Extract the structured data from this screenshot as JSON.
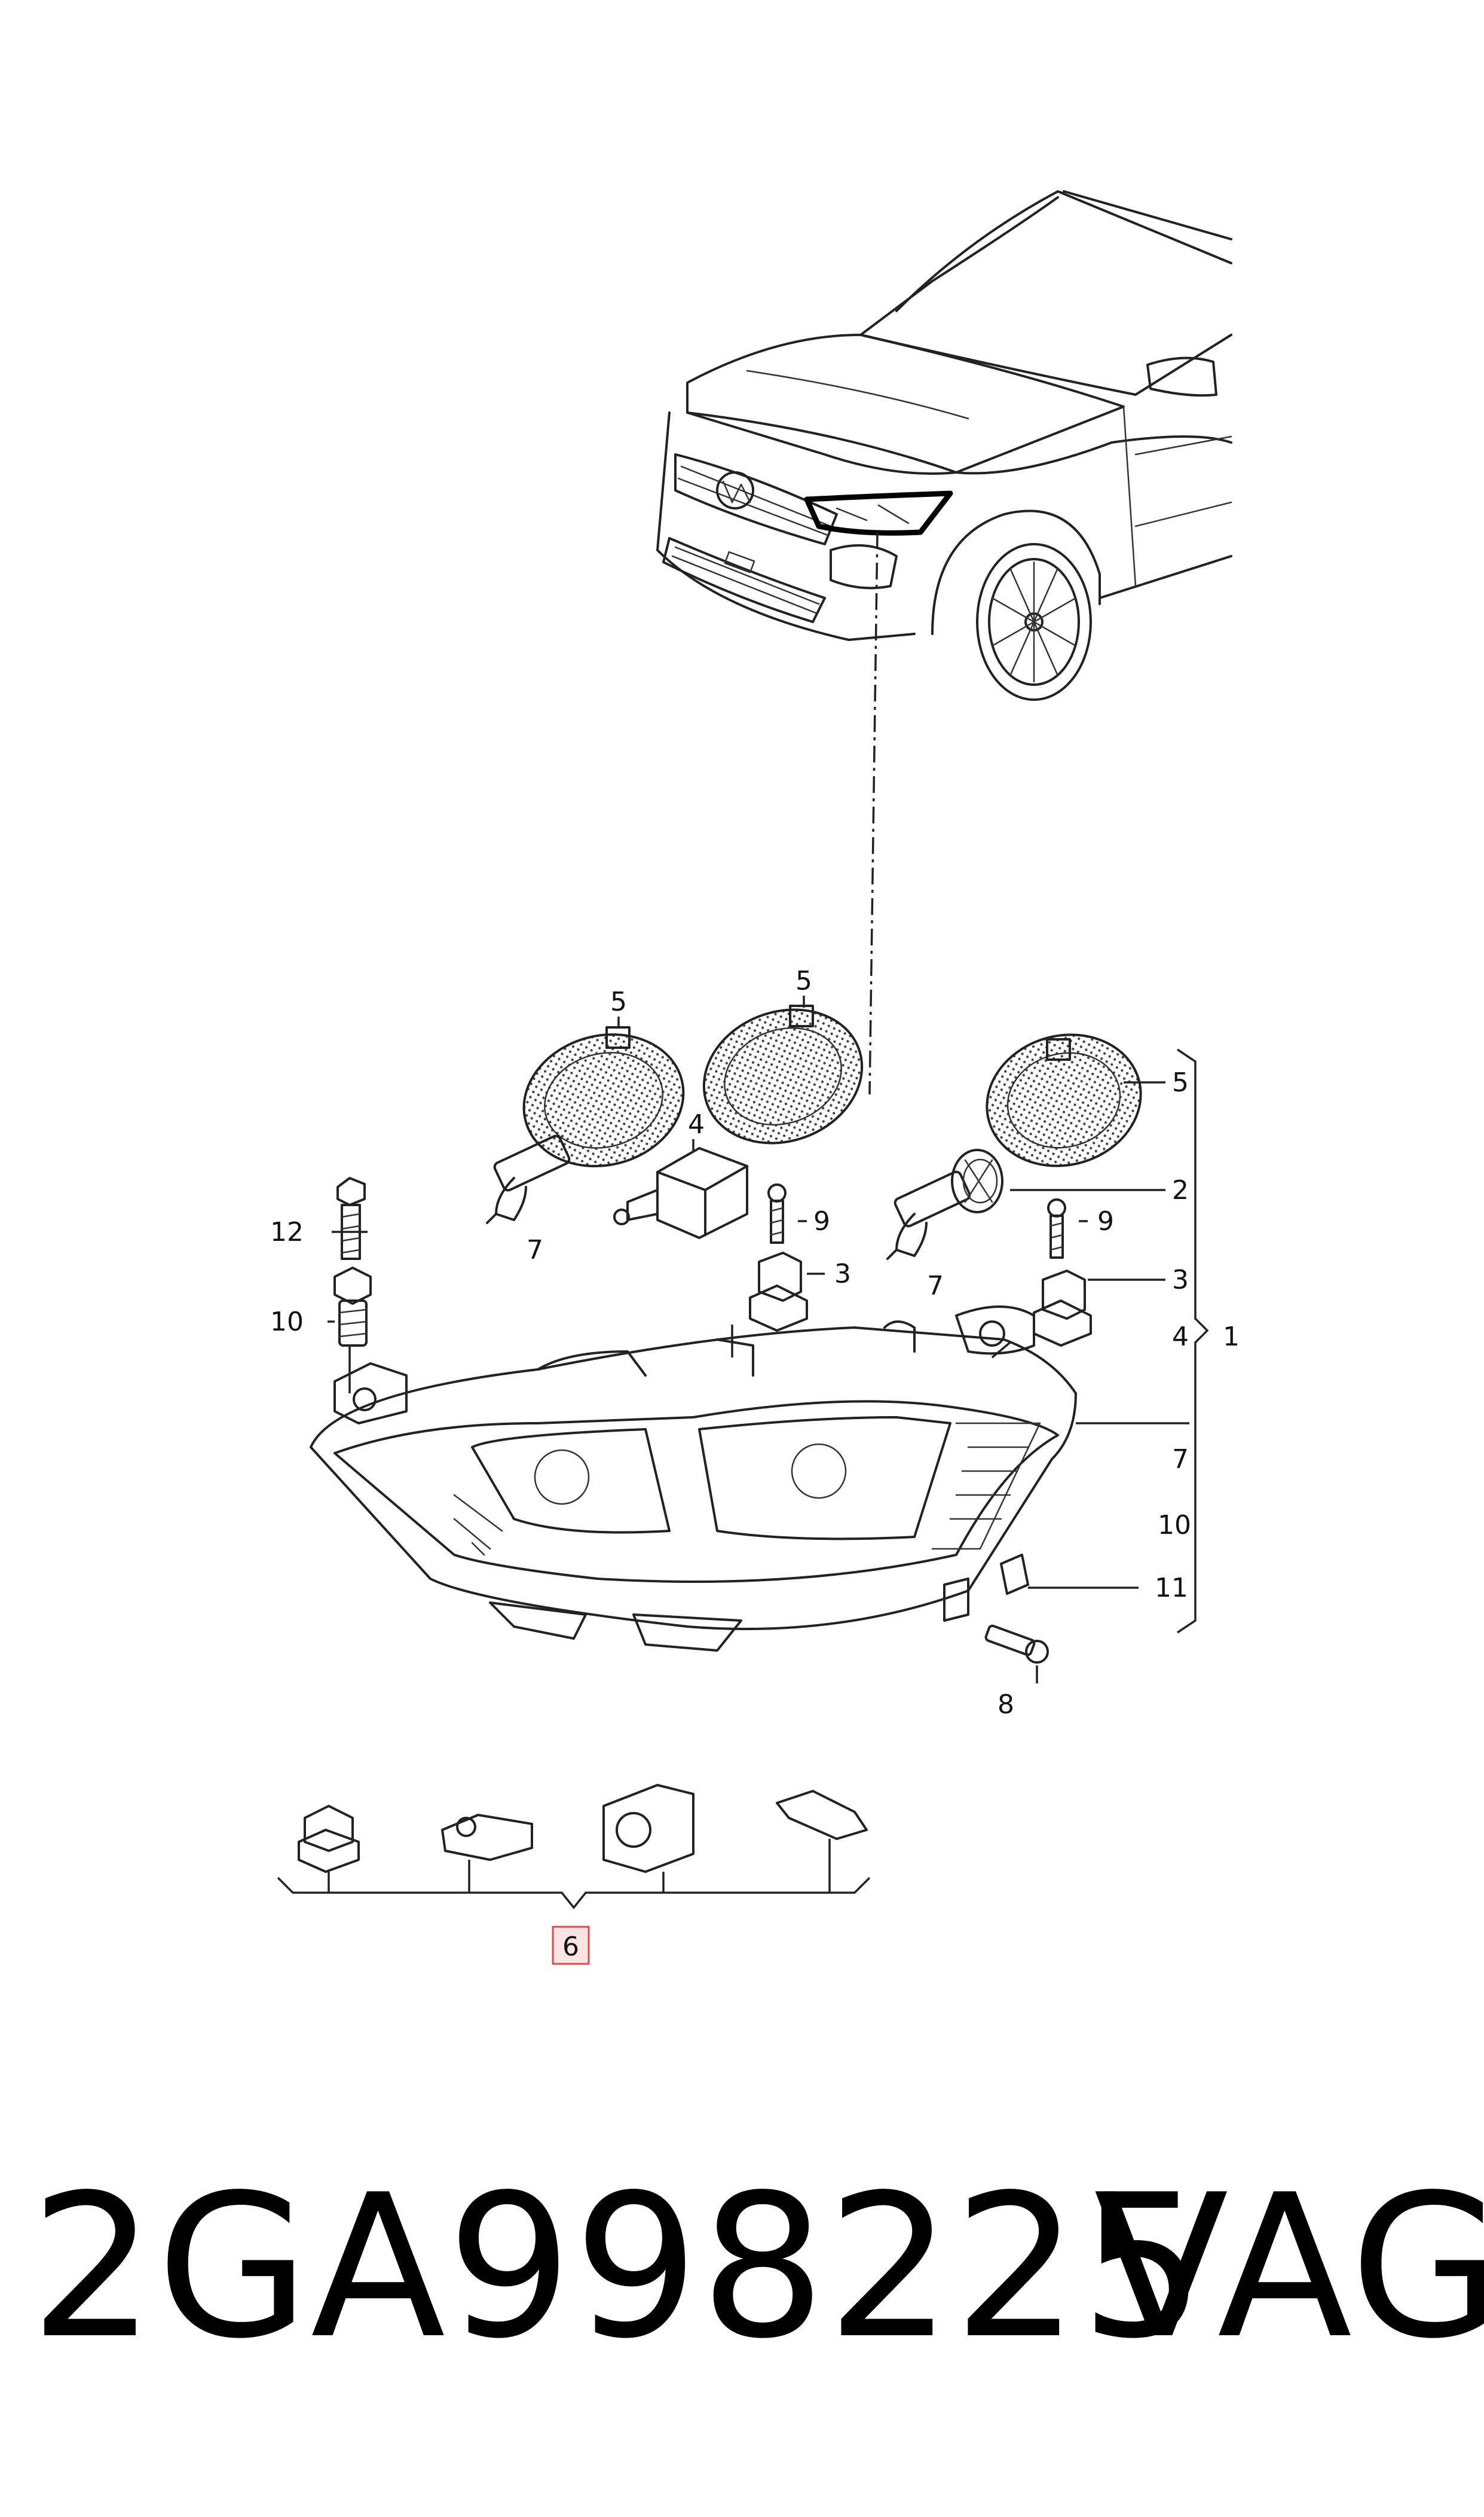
{
  "labels": {
    "l5a": "5",
    "l5b": "5",
    "l5c": "5",
    "l4a": "4",
    "l4b": "4",
    "l2": "2",
    "l12": "12",
    "l10a": "10",
    "l10b": "10",
    "l9a": "9",
    "l9b": "9",
    "l3a": "3",
    "l3b": "3",
    "l7a": "7",
    "l7b": "7",
    "l7c": "7",
    "l1": "1",
    "l11": "11",
    "l8": "8",
    "l6": "6"
  },
  "part_number": "2GA998225",
  "brand": "VAG"
}
